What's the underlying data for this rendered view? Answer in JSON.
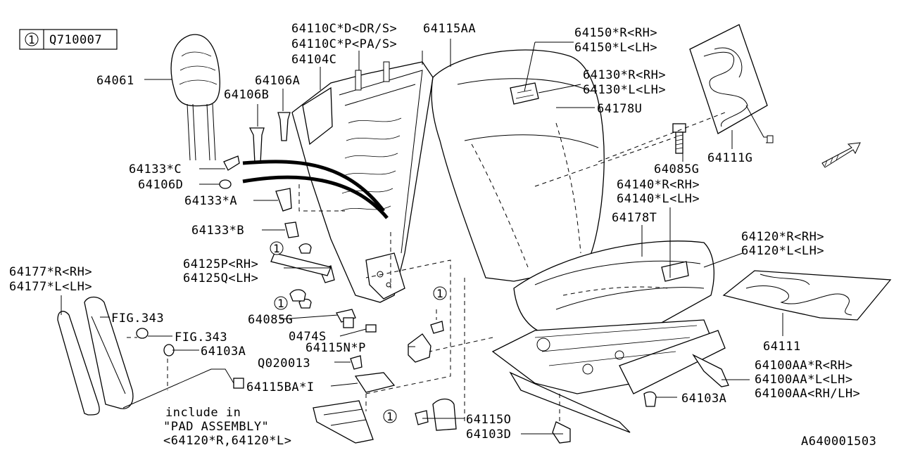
{
  "diagram_id": "A640001503",
  "legend": {
    "circle_number": "1",
    "part_number": "Q710007"
  },
  "labels": {
    "headrest": "64061",
    "guide_b": "64106B",
    "guide_a": "64106A",
    "frame_c": "64104C",
    "back_pad_dr": "64110C*D<DR/S>",
    "back_pad_pa": "64110C*P<PA/S>",
    "back_cover": "64115AA",
    "back_heater_r": "64150*R<RH>",
    "back_heater_l": "64150*L<LH>",
    "clip_r": "64130*R<RH>",
    "clip_l": "64130*L<LH>",
    "wire_u": "64178U",
    "harness": "64111G",
    "bolt_top": "64085G",
    "cushion_wire_r": "64140*R<RH>",
    "cushion_wire_l": "64140*L<LH>",
    "wire_t": "64178T",
    "cushion_r": "64120*R<RH>",
    "cushion_l": "64120*L<LH>",
    "heater_mat": "64111",
    "adjuster_r": "64100AA*R<RH>",
    "adjuster_l": "64100AA*L<LH>",
    "adjuster_rl": "64100AA<RH/LH>",
    "cap_right": "64103A",
    "bracket_o": "64115O",
    "cap_d": "64103D",
    "clip_c": "64133*C",
    "guide_d": "64106D",
    "clip_a": "64133*A",
    "clip_b": "64133*B",
    "hinge_p": "64125P<RH>",
    "hinge_q": "64125Q<LH>",
    "bolt_left": "64085G",
    "screw_0474": "0474S",
    "bracket_np": "64115N*P",
    "q_part": "Q020013",
    "bracket_ba": "64115BA*I",
    "side_cover_r": "64177*R<RH>",
    "side_cover_l": "64177*L<LH>",
    "fig_1": "FIG.343",
    "fig_2": "FIG.343",
    "cap_left": "64103A",
    "note_1": "include in",
    "note_2": "\"PAD ASSEMBLY\"",
    "note_3": "<64120*R,64120*L>"
  },
  "callout_marker": "1"
}
